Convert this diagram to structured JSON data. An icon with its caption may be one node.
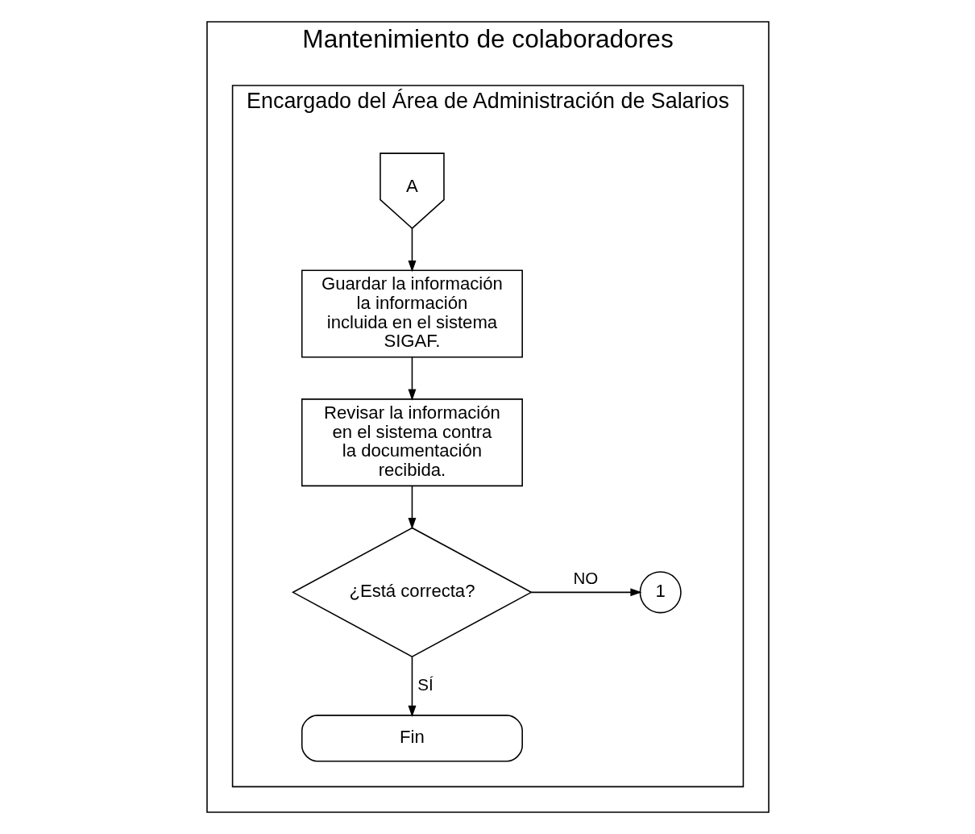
{
  "diagram": {
    "nodes": [
      {
        "text": [
          "Mantenimiento de colaboradores"
        ]
      },
      {
        "text": [
          "Encargado del Área de Administración de Salarios"
        ],
        "in": 0
      },
      {
        "text": [
          "A"
        ],
        "in": 1
      },
      {
        "text": [
          "Guardar la información la información incluida en el sistema SIGAF."
        ],
        "in": 1
      },
      {
        "text": [
          "Revisar la información en el sistema contra la documentación recibida."
        ],
        "in": 1
      },
      {
        "text": [
          "1"
        ],
        "in": 1
      },
      {
        "text": [
          "¿Está correcta?"
        ],
        "in": 1
      },
      {
        "text": [
          "Fin"
        ],
        "in": 1
      }
    ],
    "edges": [
      {
        "from": 2,
        "to": 3,
        "arrow": "to"
      },
      {
        "from": 3,
        "to": 4,
        "arrow": "to"
      },
      {
        "from": 4,
        "to": 6,
        "arrow": "to"
      },
      {
        "from": 6,
        "to": 5,
        "arrow": "to",
        "label": "NO"
      },
      {
        "from": 6,
        "to": 7,
        "arrow": "to",
        "label": "SÍ"
      }
    ]
  }
}
